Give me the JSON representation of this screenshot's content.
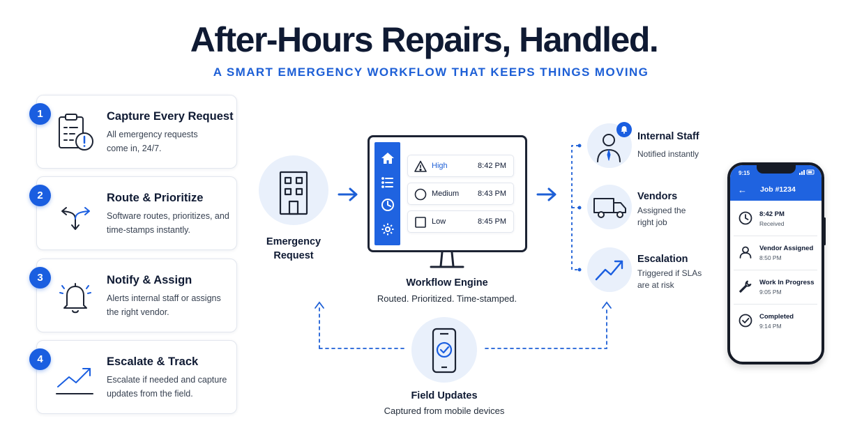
{
  "header": {
    "title": "After-Hours Repairs, Handled.",
    "subtitle": "A SMART EMERGENCY WORKFLOW THAT KEEPS THINGS MOVING"
  },
  "steps": [
    {
      "number": "1",
      "title": "Capture Every Request",
      "desc": "All emergency requests come in, 24/7.",
      "icon": "clipboard-alert-icon"
    },
    {
      "number": "2",
      "title": "Route & Prioritize",
      "desc": "Software routes, prioritizes, and time-stamps instantly.",
      "icon": "split-arrows-icon"
    },
    {
      "number": "3",
      "title": "Notify & Assign",
      "desc": "Alerts internal staff or assigns the right vendor.",
      "icon": "bell-icon"
    },
    {
      "number": "4",
      "title": "Escalate & Track",
      "desc": "Escalate if needed and capture updates from the field.",
      "icon": "trend-up-icon"
    }
  ],
  "flow": {
    "request_label": "Emergency Request",
    "engine_label": "Workflow Engine",
    "engine_sub": "Routed. Prioritized. Time-stamped.",
    "field_label": "Field Updates",
    "field_sub": "Captured from mobile devices"
  },
  "monitor": {
    "rows": [
      {
        "label": "High",
        "time": "8:42 PM",
        "icon": "warning-triangle-icon",
        "color": "#1d5fd6"
      },
      {
        "label": "Medium",
        "time": "8:43 PM",
        "icon": "circle-icon",
        "color": "#0f1a33"
      },
      {
        "label": "Low",
        "time": "8:45 PM",
        "icon": "square-icon",
        "color": "#0f1a33"
      }
    ]
  },
  "outputs": [
    {
      "title": "Internal Staff",
      "desc": "Notified instantly",
      "icon": "staff-person-icon"
    },
    {
      "title": "Vendors",
      "desc": "Assigned the right job",
      "icon": "truck-icon"
    },
    {
      "title": "Escalation",
      "desc": "Triggered if SLAs are at risk",
      "icon": "trend-up-icon"
    }
  ],
  "phone": {
    "clock": "9:15",
    "job": "Job #1234",
    "items": [
      {
        "title": "8:42 PM",
        "sub": "Received",
        "icon": "clock-icon"
      },
      {
        "title": "Vendor Assigned",
        "sub": "8:50 PM",
        "icon": "person-icon"
      },
      {
        "title": "Work In Progress",
        "sub": "9:05 PM",
        "icon": "wrench-icon"
      },
      {
        "title": "Completed",
        "sub": "9:14 PM",
        "icon": "check-circle-icon"
      }
    ]
  },
  "colors": {
    "accent": "#1d5fd6",
    "dark": "#0f1a33",
    "circle_bg": "#e9f0fb"
  }
}
